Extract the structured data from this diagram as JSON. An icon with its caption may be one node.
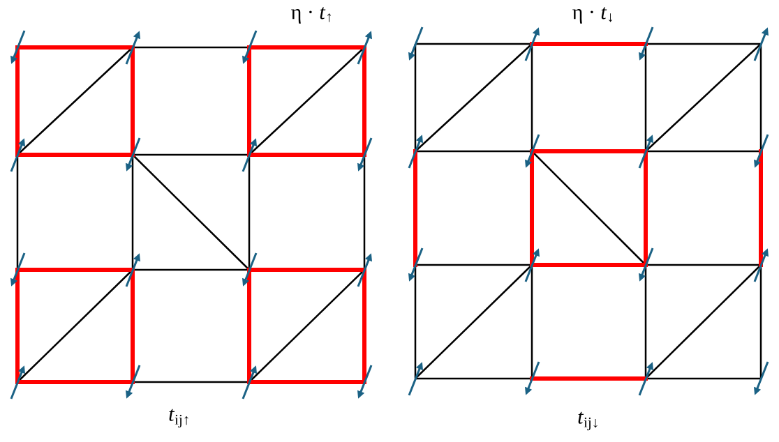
{
  "diagram": {
    "labels": [
      "η · *t*$_{↑}$",
      "*t*$_{ij↑}$",
      "η · *t*$_{↓}$",
      "*t*$_{ij↓}$"
    ]
  }
}
